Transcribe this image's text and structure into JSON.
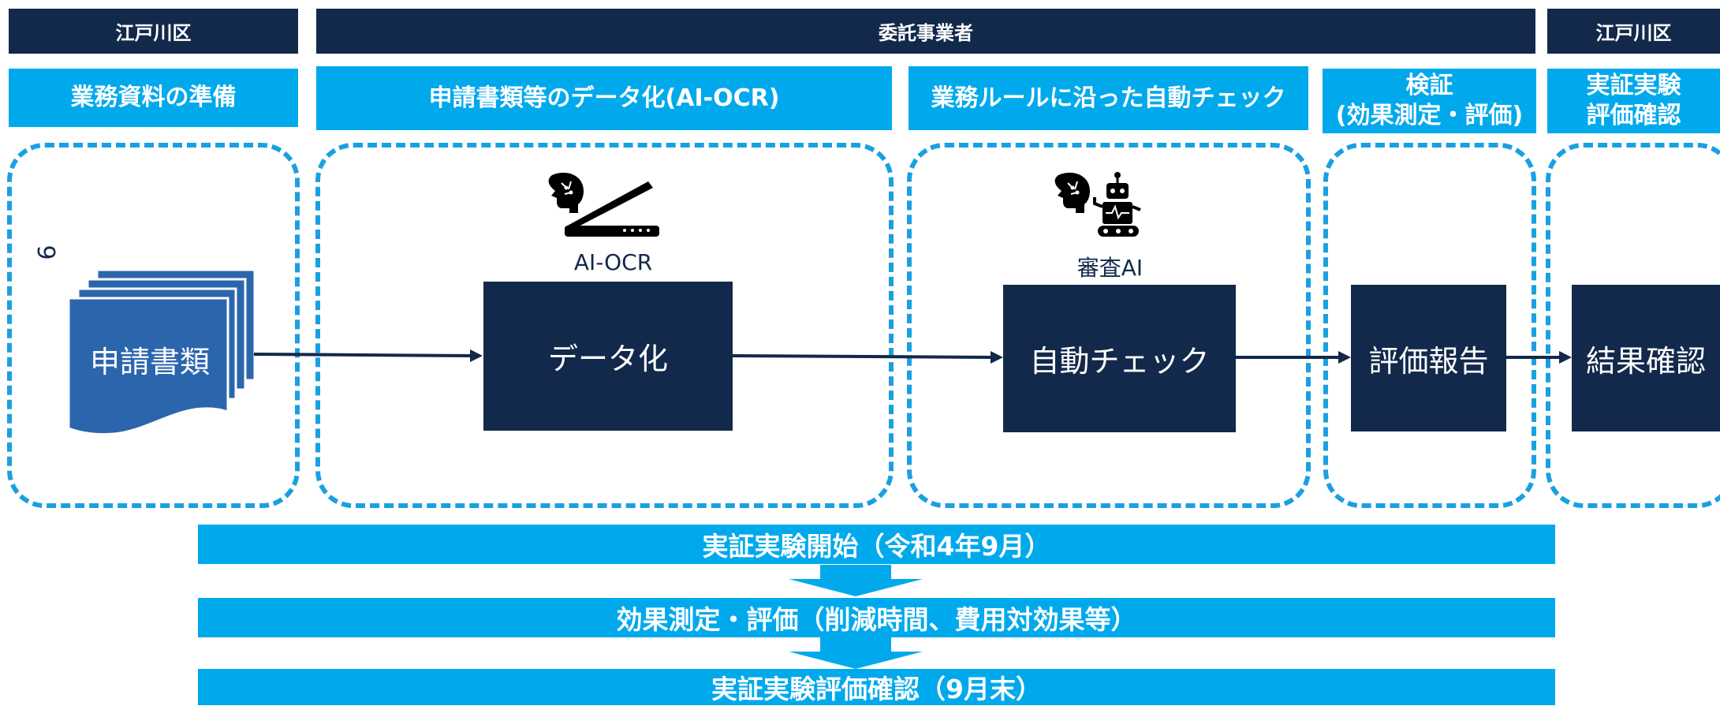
{
  "top_headers": [
    "江戸川区",
    "委託事業者",
    "江戸川区"
  ],
  "phases": [
    "業務資料の準備",
    "申請書類等のデータ化(AI-OCR)",
    "業務ルールに沿った自動チェック",
    "検証\n(効果測定・評価)",
    "実証実験\n評価確認"
  ],
  "documents": {
    "label": "申請書類",
    "mark": "9"
  },
  "ocr": {
    "caption": "AI-OCR",
    "box": "データ化",
    "icon": "brain-scanner-icon"
  },
  "review": {
    "caption": "審査AI",
    "box": "自動チェック",
    "icon": "brain-robot-icon"
  },
  "report_box": "評価報告",
  "confirm_box": "結果確認",
  "timeline": [
    "実証実験開始（令和4年9月）",
    "効果測定・評価（削減時間、費用対効果等）",
    "実証実験評価確認（9月末）"
  ],
  "colors": {
    "navy": "#13294b",
    "cyan": "#00a9ec",
    "dash": "#1aa0e1",
    "doc_blue": "#2b66ac"
  }
}
